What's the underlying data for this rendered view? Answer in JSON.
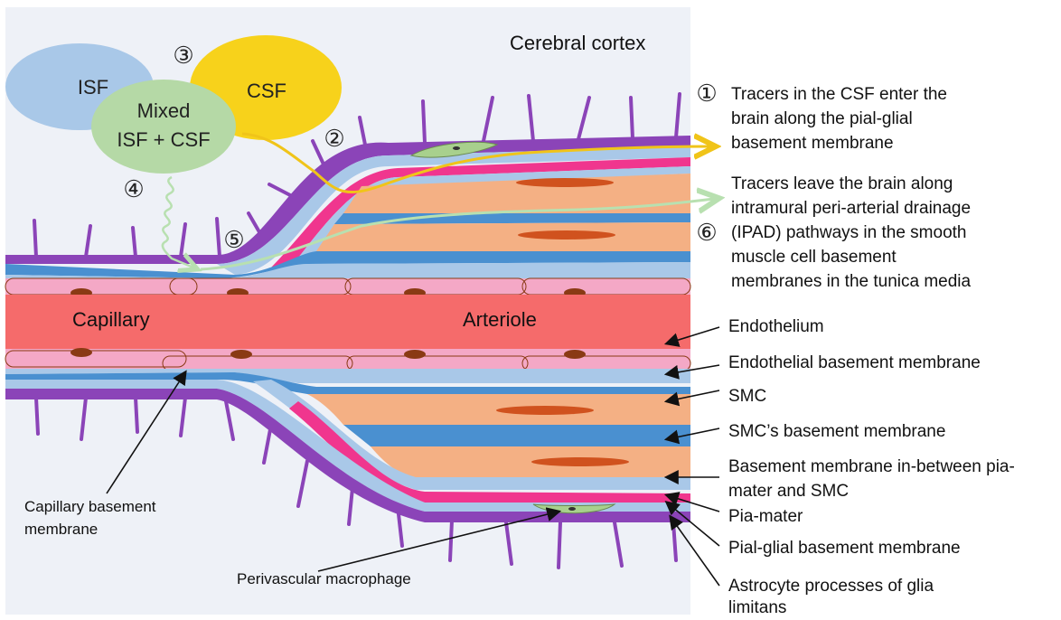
{
  "region": "Cerebral cortex",
  "blobs": {
    "isf": "ISF",
    "csf": "CSF",
    "mixed_line1": "Mixed",
    "mixed_line2": "ISF + CSF"
  },
  "vessels": {
    "capillary": "Capillary",
    "arteriole": "Arteriole"
  },
  "steps": {
    "s1": "①",
    "s2": "②",
    "s3": "③",
    "s4": "④",
    "s5": "⑤",
    "s6": "⑥"
  },
  "notes": {
    "n1_line1": "Tracers in the CSF enter the",
    "n1_line2": "brain along the pial-glial",
    "n1_line3": "basement membrane",
    "n6_line1": "Tracers leave the brain along",
    "n6_line2": "intramural peri-arterial drainage",
    "n6_line3": "(IPAD) pathways in the smooth",
    "n6_line4": "muscle cell basement",
    "n6_line5": "membranes in the tunica media"
  },
  "labels": {
    "endothelium": "Endothelium",
    "endothelial_bm": "Endothelial basement membrane",
    "smc": "SMC",
    "smc_bm": "SMC’s basement membrane",
    "bm_between_line1": "Basement membrane in-between pia-",
    "bm_between_line2": "mater and SMC",
    "pia_mater": "Pia-mater",
    "pial_glial_bm": "Pial-glial basement membrane",
    "astro_line1": "Astrocyte processes of glia",
    "astro_line2": "limitans",
    "capillary_bm_line1": "Capillary basement",
    "capillary_bm_line2": "membrane",
    "macrophage": "Perivascular macrophage"
  },
  "colors": {
    "background_panel": "#eef1f7",
    "astrocyte": "#8b44b8",
    "pial_glial_bm": "#a9c8e8",
    "pia_mater": "#f0368e",
    "smc_bm": "#4a90d0",
    "smc": "#f4b084",
    "smc_nucleus": "#d0521e",
    "endothelium": "#f4a8c6",
    "endothelial_nucleus": "#8a3a14",
    "lumen": "#f56b6b",
    "isf_blob": "#a9c8e8",
    "csf_blob": "#f7d21b",
    "mixed_blob": "#b5d9a6",
    "csf_tracer": "#f0c419",
    "ipad_tracer": "#b8e0b0",
    "macrophage": "#a8d08d"
  }
}
